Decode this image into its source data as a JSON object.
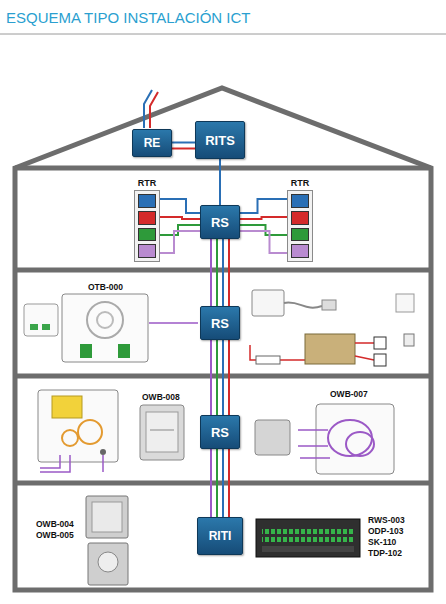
{
  "diagram": {
    "title": "ESQUEMA TIPO INSTALACIÓN ICT",
    "nodes": [
      {
        "text": [
          "RE"
        ]
      },
      {
        "text": [
          "RITS"
        ]
      },
      {
        "text": [
          "RTR"
        ]
      },
      {
        "text": [
          "RS"
        ]
      },
      {
        "text": [
          "RTR"
        ]
      },
      {
        "text": [
          "RS"
        ]
      },
      {
        "text": [
          "RS"
        ]
      },
      {
        "text": [
          "RITI"
        ]
      }
    ],
    "edges": [
      {
        "from": 0,
        "to": 1,
        "arrow": "none"
      },
      {
        "from": 1,
        "to": 3,
        "arrow": "none"
      },
      {
        "from": 3,
        "to": 2,
        "arrow": "none"
      },
      {
        "from": 3,
        "to": 4,
        "arrow": "none"
      },
      {
        "from": 3,
        "to": 5,
        "arrow": "none"
      },
      {
        "from": 5,
        "to": 6,
        "arrow": "none"
      },
      {
        "from": 6,
        "to": 7,
        "arrow": "none"
      }
    ],
    "labels": [
      "OTB-000",
      "OWB-008",
      "OWB-007",
      "OWB-004",
      "OWB-005",
      "RWS-003",
      "ODP-103",
      "SK-110",
      "TDP-102"
    ]
  }
}
